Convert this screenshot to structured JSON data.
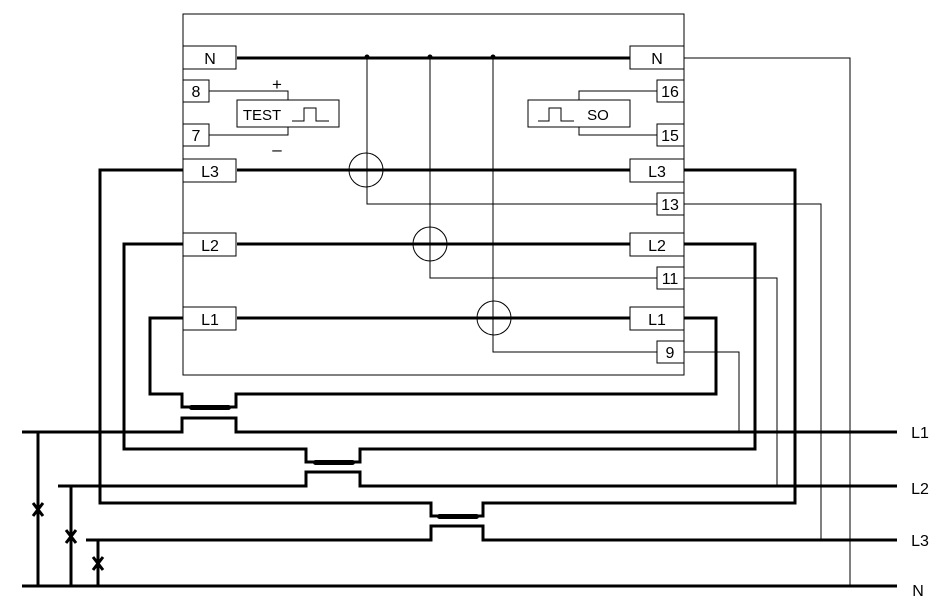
{
  "diagram": {
    "title": "Three-phase energy meter wiring diagram",
    "meter_terminals_left": [
      {
        "id": "N",
        "label": "N"
      },
      {
        "id": "8",
        "label": "8"
      },
      {
        "id": "7",
        "label": "7"
      },
      {
        "id": "L3",
        "label": "L3"
      },
      {
        "id": "L2",
        "label": "L2"
      },
      {
        "id": "L1",
        "label": "L1"
      }
    ],
    "meter_terminals_right": [
      {
        "id": "N",
        "label": "N"
      },
      {
        "id": "16",
        "label": "16"
      },
      {
        "id": "15",
        "label": "15"
      },
      {
        "id": "L3",
        "label": "L3"
      },
      {
        "id": "13",
        "label": "13"
      },
      {
        "id": "L2",
        "label": "L2"
      },
      {
        "id": "11",
        "label": "11"
      },
      {
        "id": "L1",
        "label": "L1"
      },
      {
        "id": "9",
        "label": "9"
      }
    ],
    "test_output": {
      "label": "TEST",
      "plus": "+",
      "minus": "–"
    },
    "pulse_output": {
      "label": "SO"
    },
    "bus_lines": [
      {
        "id": "L1",
        "label": "L1"
      },
      {
        "id": "L2",
        "label": "L2"
      },
      {
        "id": "L3",
        "label": "L3"
      },
      {
        "id": "N",
        "label": "N"
      }
    ],
    "icons": [
      "current-transformer-icon",
      "fuse-icon",
      "breaker-x-icon",
      "pulse-waveform-icon"
    ]
  }
}
